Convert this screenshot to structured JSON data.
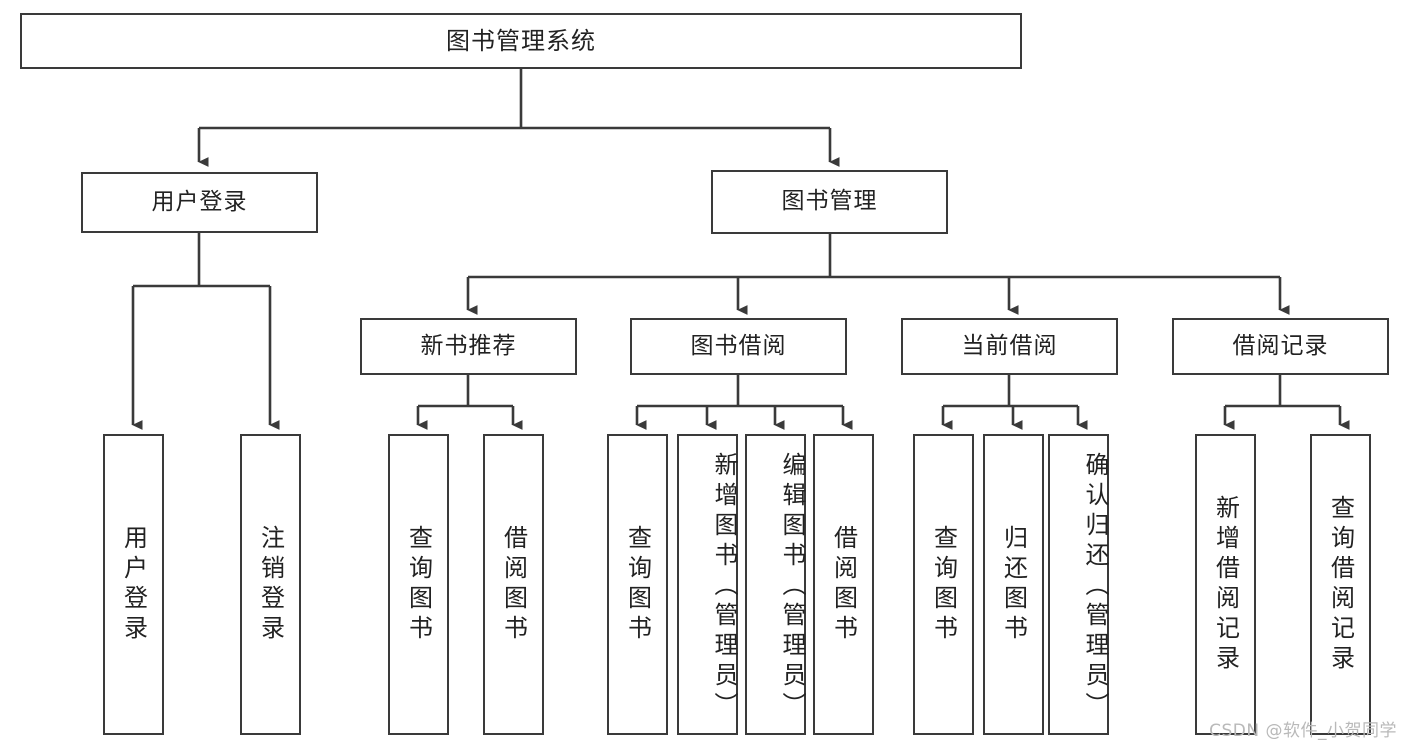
{
  "diagram": {
    "type": "tree",
    "title": "图书管理系统",
    "watermark": "CSDN @软件_小贺同学",
    "colors": {
      "stroke": "#3a3a3a",
      "fill": "#ffffff",
      "text": "#222222",
      "watermark": "#b9b9b9"
    },
    "nodes": {
      "root": {
        "label": "图书管理系统"
      },
      "level1": [
        {
          "label": "用户登录"
        },
        {
          "label": "图书管理"
        }
      ],
      "level2": [
        {
          "label": "新书推荐"
        },
        {
          "label": "图书借阅"
        },
        {
          "label": "当前借阅"
        },
        {
          "label": "借阅记录"
        }
      ],
      "leaves": {
        "user_login": [
          {
            "label": "用户登录"
          },
          {
            "label": "注销登录"
          }
        ],
        "new_book": [
          {
            "label": "查询图书"
          },
          {
            "label": "借阅图书"
          }
        ],
        "book_borrow": [
          {
            "label": "查询图书"
          },
          {
            "label": "新增图书（管理员）"
          },
          {
            "label": "编辑图书（管理员）"
          },
          {
            "label": "借阅图书"
          }
        ],
        "current_borrow": [
          {
            "label": "查询图书"
          },
          {
            "label": "归还图书"
          },
          {
            "label": "确认归还（管理员）"
          }
        ],
        "borrow_record": [
          {
            "label": "新增借阅记录"
          },
          {
            "label": "查询借阅记录"
          }
        ]
      }
    }
  }
}
